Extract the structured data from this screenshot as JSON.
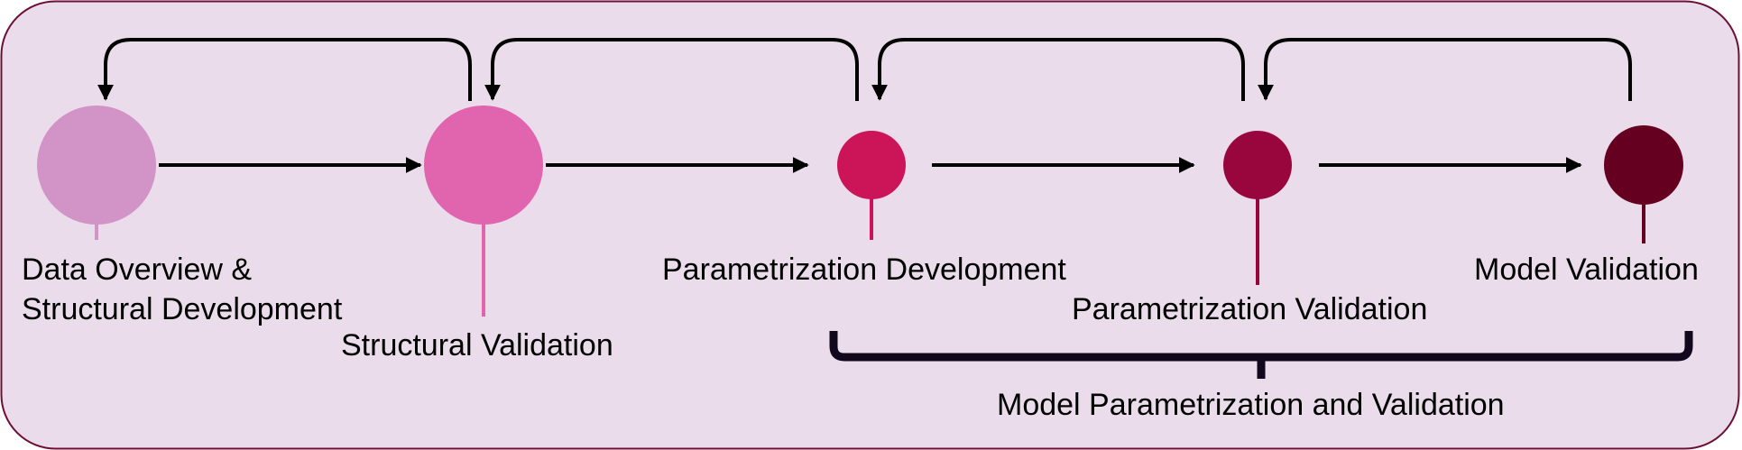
{
  "colors": {
    "panel_fill": "#eadcea",
    "panel_border": "#6b0f35",
    "arrow": "#000000",
    "bracket": "#12081e"
  },
  "stages": [
    {
      "lines": [
        "Data Overview &",
        "Structural Development"
      ],
      "color": "#d293c6"
    },
    {
      "lines": [
        "Structural Validation"
      ],
      "color": "#e064ae"
    },
    {
      "lines": [
        "Parametrization Development"
      ],
      "color": "#cc1559"
    },
    {
      "lines": [
        "Parametrization Validation"
      ],
      "color": "#99063d"
    },
    {
      "lines": [
        "Model Validation"
      ],
      "color": "#660020"
    }
  ],
  "group": {
    "label": "Model Parametrization and Validation",
    "covers_stages": [
      3,
      4,
      5
    ]
  }
}
